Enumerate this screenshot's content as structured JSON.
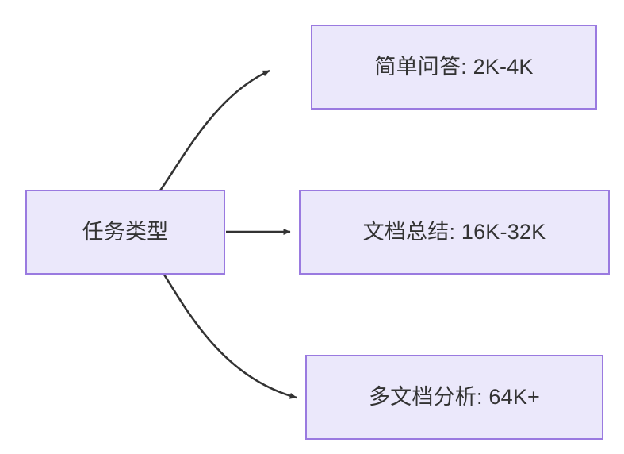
{
  "diagram": {
    "type": "flowchart",
    "direction": "left-to-right",
    "background_color": "#ffffff",
    "node_fill_color": "#ebe8fb",
    "node_border_color": "#9a7ae0",
    "node_text_color": "#333333",
    "edge_color": "#333333",
    "root": {
      "id": "root",
      "label": "任务类型"
    },
    "branches": [
      {
        "id": "simple-qa",
        "label": "简单问答: 2K-4K",
        "task": "简单问答",
        "context_length": "2K-4K",
        "edge_style": "curved"
      },
      {
        "id": "doc-summary",
        "label": "文档总结: 16K-32K",
        "task": "文档总结",
        "context_length": "16K-32K",
        "edge_style": "straight"
      },
      {
        "id": "multi-doc",
        "label": "多文档分析: 64K+",
        "task": "多文档分析",
        "context_length": "64K+",
        "edge_style": "curved"
      }
    ]
  }
}
